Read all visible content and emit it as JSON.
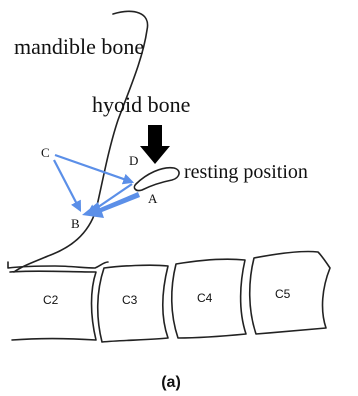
{
  "labels": {
    "mandible": "mandible bone",
    "hyoid": "hyoid bone",
    "resting": "resting position",
    "point_a": "A",
    "point_b": "B",
    "point_c": "C",
    "point_d": "D"
  },
  "vertebrae": [
    "C2",
    "C3",
    "C4",
    "C5"
  ],
  "caption": "(a)",
  "colors": {
    "motion": "#5b8fe8",
    "arrow": "#000000",
    "line": "#222222"
  },
  "icons": {
    "down_arrow": "down-arrow-icon"
  }
}
